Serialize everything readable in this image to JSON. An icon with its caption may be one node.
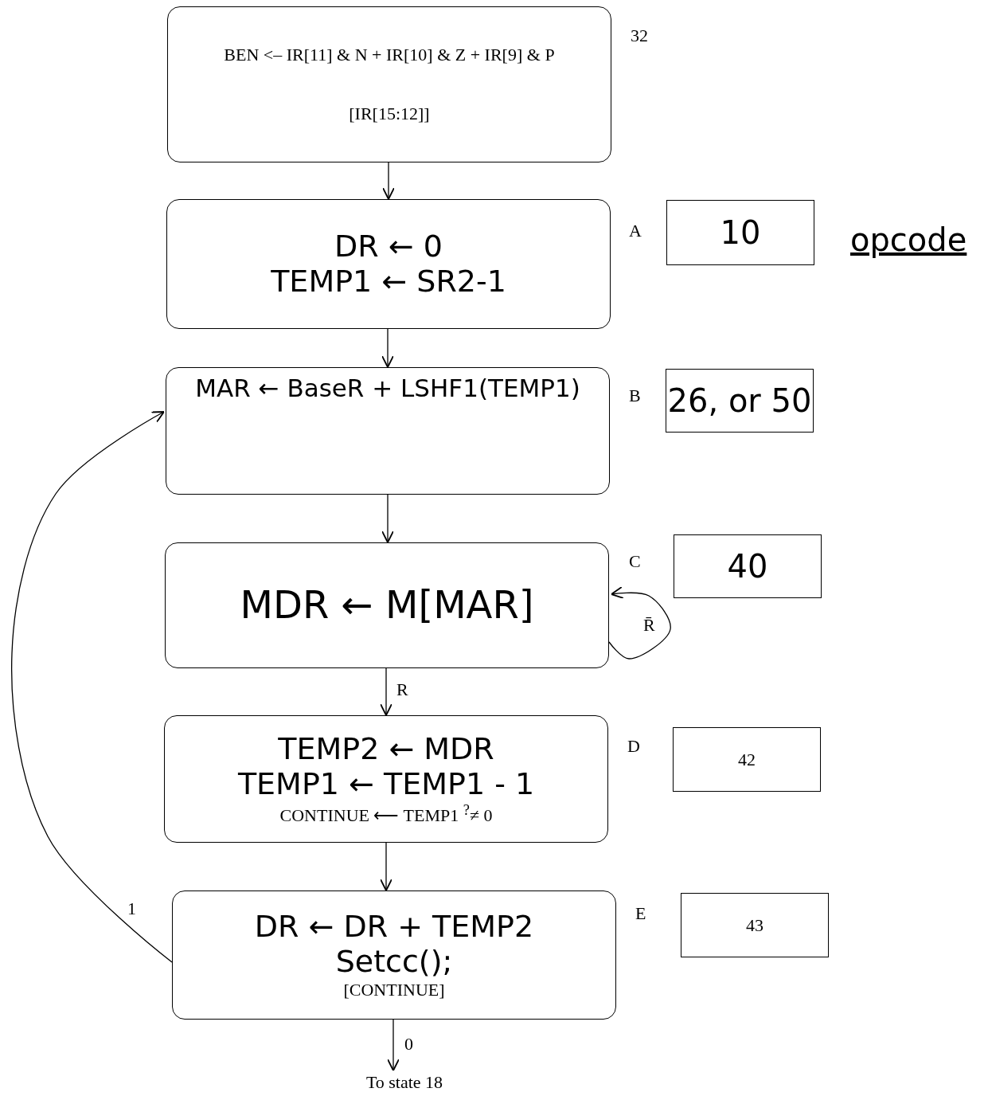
{
  "diagram": {
    "nodes": [
      {
        "text": [
          "BEN <– IR[11] & N + IR[10] & Z + IR[9] & P",
          "[IR[15:12]]"
        ],
        "beside": [
          "32"
        ]
      },
      {
        "text": [
          "DR ← 0",
          "TEMP1 ← SR2-1"
        ],
        "beside": [
          "A"
        ]
      },
      {
        "text": [
          "10"
        ]
      },
      {
        "text": [
          "MAR ← BaseR + LSHF1(TEMP1)"
        ],
        "beside": [
          "B"
        ]
      },
      {
        "text": [
          "26, or 50"
        ]
      },
      {
        "text": [
          "MDR ← M[MAR]"
        ],
        "beside": [
          "C"
        ]
      },
      {
        "text": [
          "40"
        ]
      },
      {
        "text": [
          "TEMP2 ← MDR",
          "TEMP1 ← TEMP1 - 1",
          "CONTINUE ⟵ TEMP1 $^{?}$≠ 0"
        ],
        "beside": [
          "D"
        ]
      },
      {
        "text": [
          "42"
        ]
      },
      {
        "text": [
          "DR ← DR + TEMP2",
          "Setcc();",
          "[CONTINUE]"
        ],
        "beside": [
          "E"
        ]
      },
      {
        "text": [
          "43"
        ]
      },
      {
        "text": [
          "To state 18"
        ]
      }
    ],
    "edges": [
      {
        "from": 0,
        "to": 1,
        "arrow": "to"
      },
      {
        "from": 1,
        "to": 3,
        "arrow": "to"
      },
      {
        "from": 3,
        "to": 5,
        "arrow": "to"
      },
      {
        "from": 5,
        "to": 5,
        "arrow": "to",
        "label": "R̄"
      },
      {
        "from": 5,
        "to": 7,
        "arrow": "to",
        "label": "R"
      },
      {
        "from": 7,
        "to": 9,
        "arrow": "to"
      },
      {
        "from": 9,
        "to": 3,
        "arrow": "to",
        "label": "1"
      },
      {
        "from": 9,
        "to": 11,
        "arrow": "to",
        "label": "0"
      }
    ],
    "labels": [
      "opcode"
    ]
  }
}
